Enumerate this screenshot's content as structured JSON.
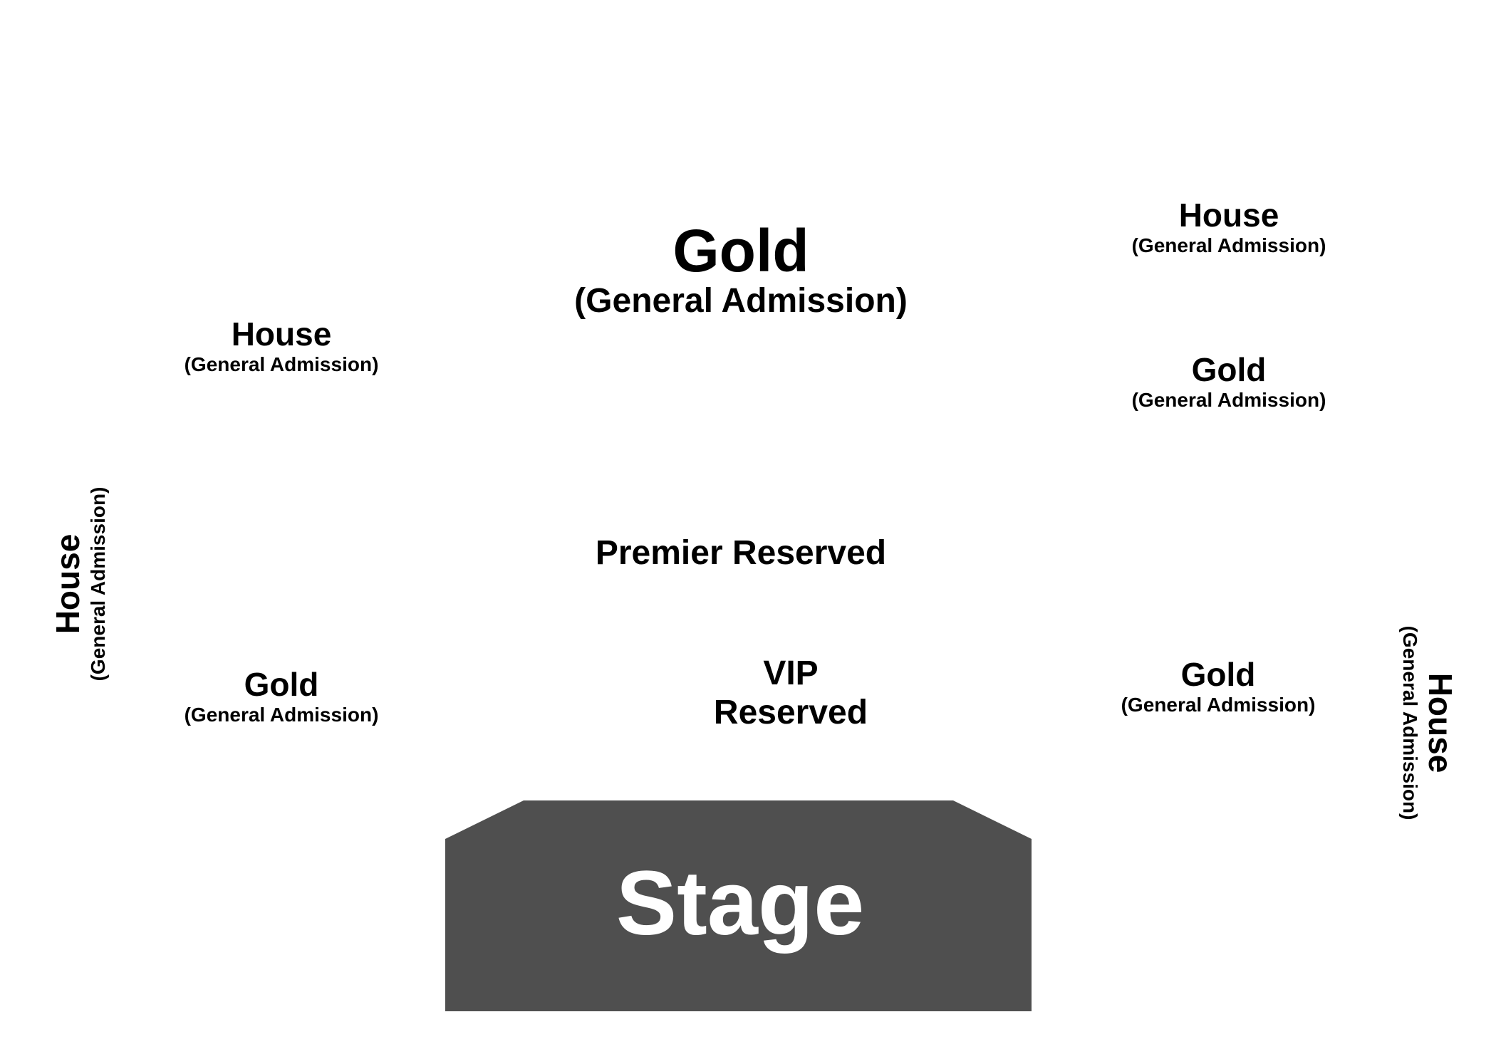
{
  "colors": {
    "stage_fill": "#4f4f4f",
    "stage_text": "#ffffff",
    "text": "#000000",
    "background": "#ffffff"
  },
  "sections": {
    "gold_top": {
      "name": "Gold",
      "sub": "(General Admission)"
    },
    "house_ul": {
      "name": "House",
      "sub": "(General Admission)"
    },
    "house_ur": {
      "name": "House",
      "sub": "(General Admission)"
    },
    "gold_ur": {
      "name": "Gold",
      "sub": "(General Admission)"
    },
    "house_left": {
      "name": "House",
      "sub": "(General Admission)"
    },
    "premier": {
      "name": "Premier Reserved"
    },
    "gold_ll": {
      "name": "Gold",
      "sub": "(General Admission)"
    },
    "vip": {
      "line1": "VIP",
      "line2": "Reserved"
    },
    "gold_lr": {
      "name": "Gold",
      "sub": "(General Admission)"
    },
    "house_right": {
      "name": "House",
      "sub": "(General Admission)"
    }
  },
  "stage": {
    "label": "Stage"
  }
}
